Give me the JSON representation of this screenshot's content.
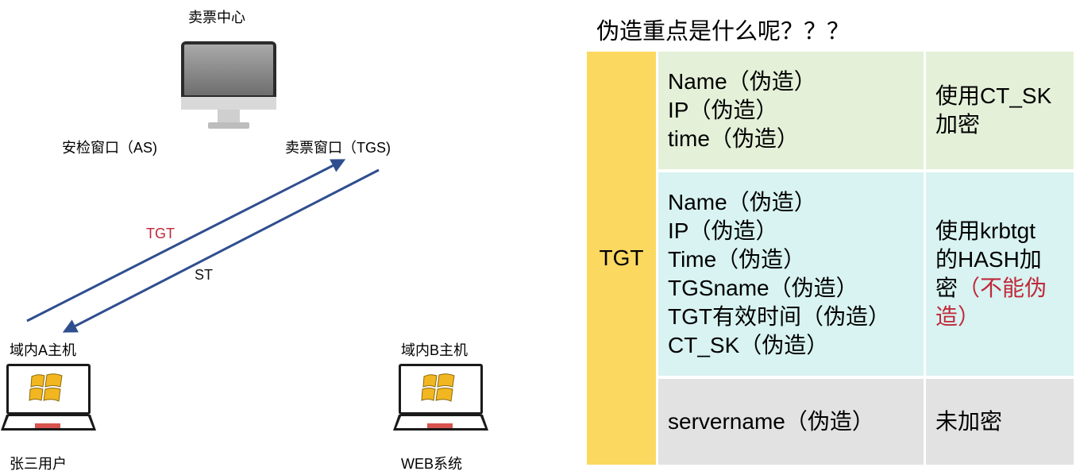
{
  "diagram": {
    "ticket_center": "卖票中心",
    "as_window": "安检窗口（AS)",
    "tgs_window": "卖票窗口（TGS)",
    "arrow_tgt": "TGT",
    "arrow_st": "ST",
    "host_a": "域内A主机",
    "host_b": "域内B主机",
    "user": "张三用户",
    "web_system": "WEB系统"
  },
  "table": {
    "title": "伪造重点是什么呢？？？",
    "tgt_label": "TGT",
    "rows": [
      {
        "fields": [
          "Name（伪造）",
          "IP（伪造）",
          "time（伪造）"
        ],
        "enc_lines": [
          "使用CT_SK",
          "加密"
        ]
      },
      {
        "fields": [
          "Name（伪造）",
          "IP（伪造）",
          "Time（伪造）",
          "TGSname（伪造）",
          "TGT有效时间（伪造）",
          "CT_SK（伪造）"
        ],
        "enc_lines": [
          "使用krbtgt",
          "的HASH加"
        ],
        "enc_line3_black": "密",
        "enc_line3_red": "（不能伪",
        "enc_line4_red": "造）"
      },
      {
        "fields": [
          "servername（伪造）"
        ],
        "enc_lines": [
          "未加密"
        ]
      }
    ]
  },
  "colors": {
    "tgt_yellow": "#fbd860",
    "row1_green": "#e4f0d8",
    "row2_cyan": "#d8f3f1",
    "row3_gray": "#e2e2e2",
    "arrow_blue": "#2f4e8f",
    "red_text": "#c0283a"
  }
}
